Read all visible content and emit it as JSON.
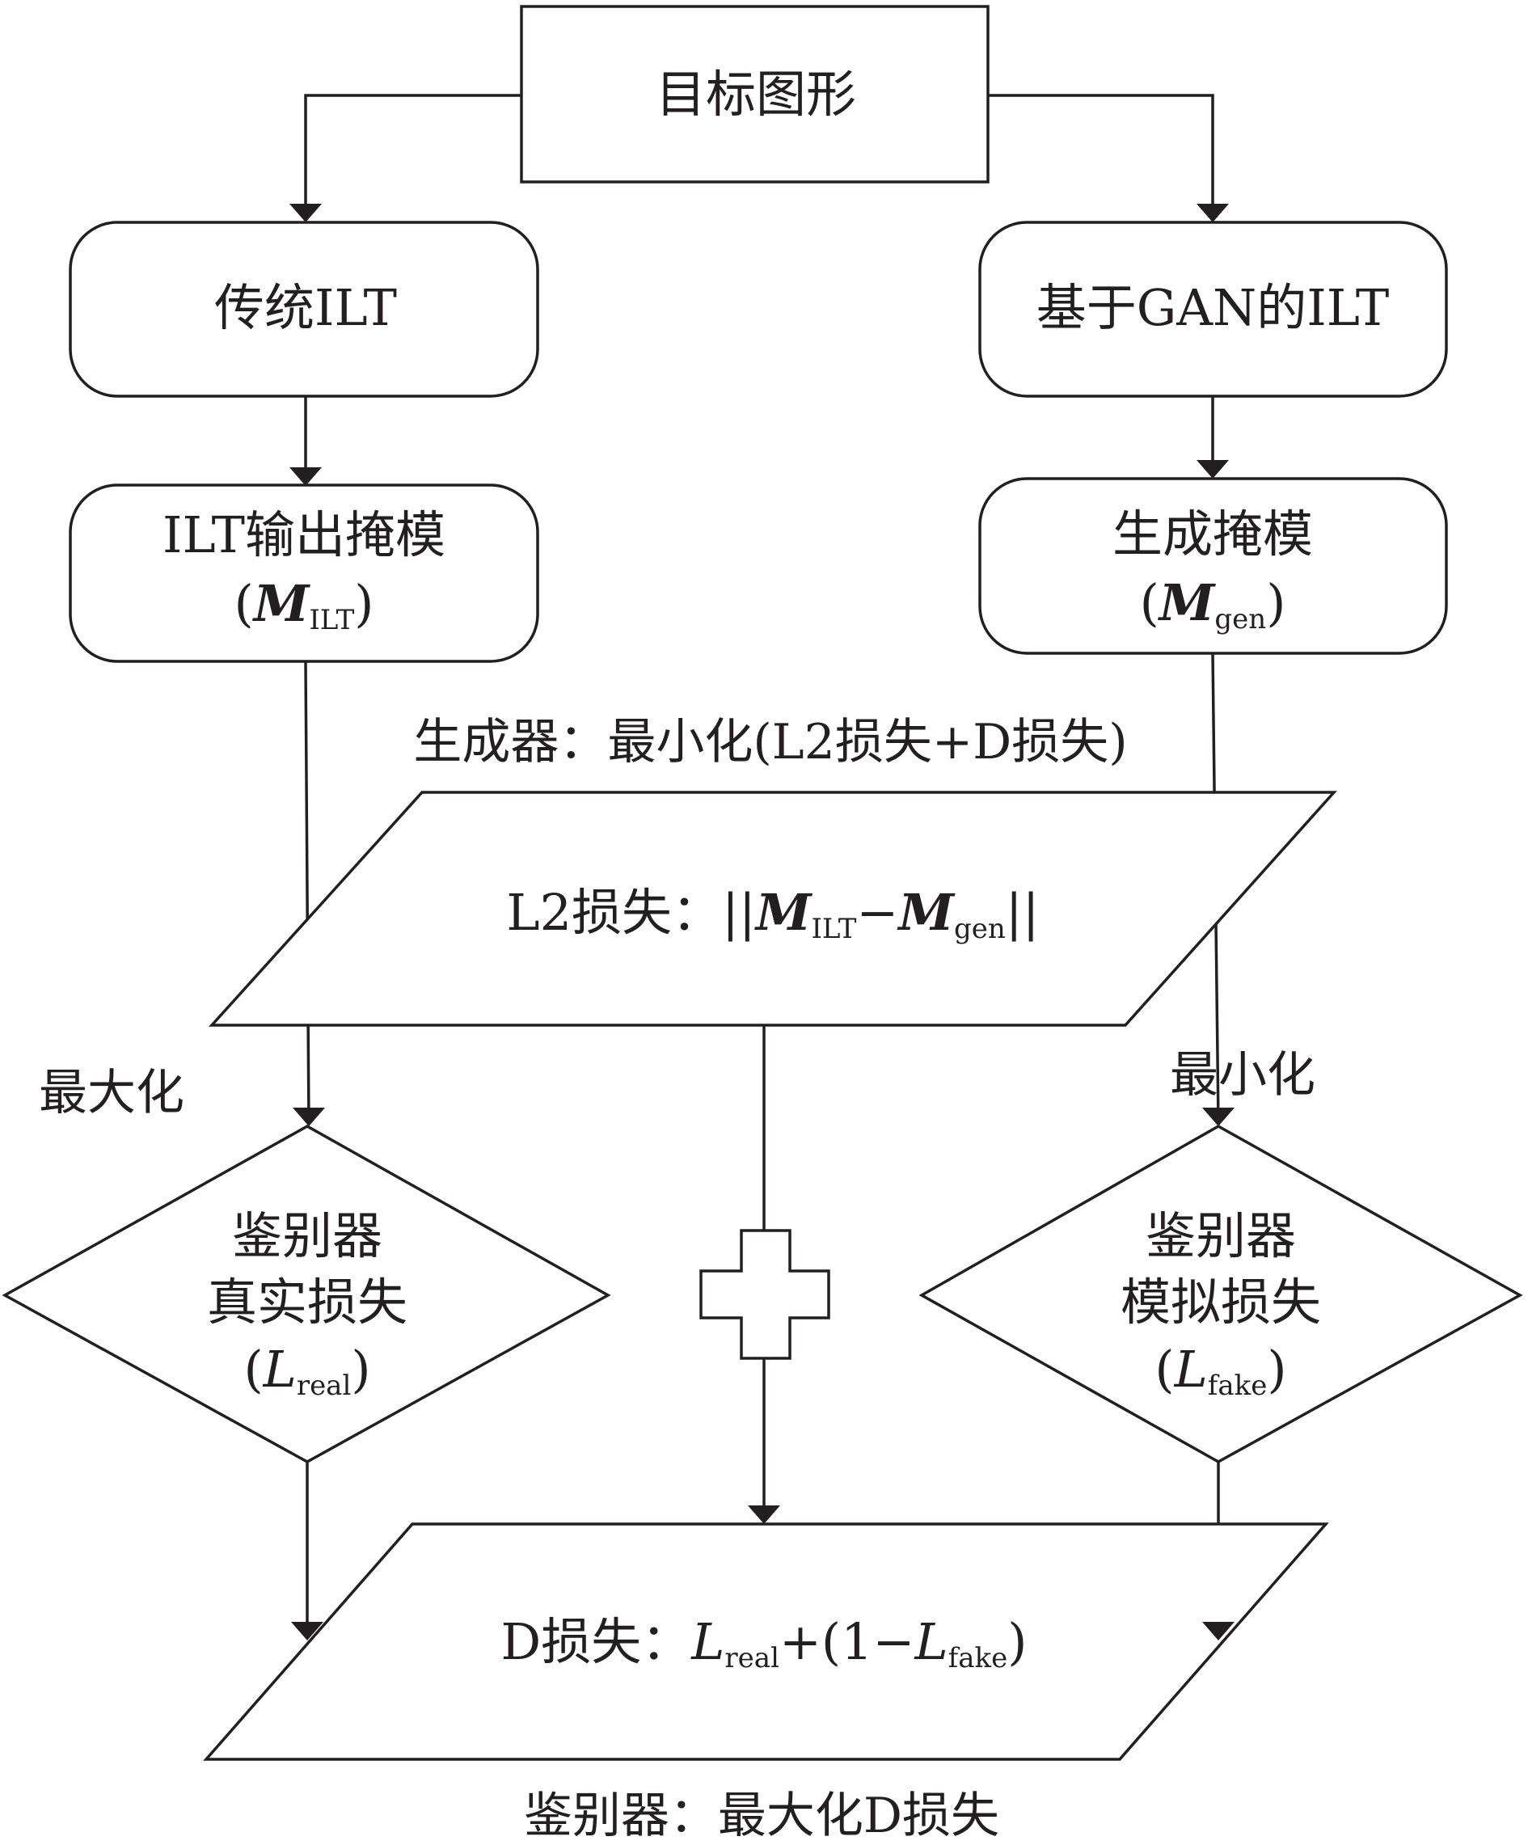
{
  "nodes": {
    "target": "目标图形",
    "traditional_ilt": "传统ILT",
    "gan_ilt": "基于GAN的ILT",
    "ilt_mask": {
      "line1": "ILT输出掩模",
      "symbol": "M",
      "sub": "ILT"
    },
    "gen_mask": {
      "line1": "生成掩模",
      "symbol": "M",
      "sub": "gen"
    },
    "l2_loss": {
      "prefix": "L2损失：||",
      "sym1": "M",
      "sub1": "ILT",
      "minus": "−",
      "sym2": "M",
      "sub2": "gen",
      "suffix": "||"
    },
    "disc_real": {
      "line1": "鉴别器",
      "line2": "真实损失",
      "symbol": "L",
      "sub": "real"
    },
    "disc_fake": {
      "line1": "鉴别器",
      "line2": "模拟损失",
      "symbol": "L",
      "sub": "fake"
    },
    "d_loss": {
      "prefix": "D损失：",
      "sym1": "L",
      "sub1": "real",
      "mid": "+(1−",
      "sym2": "L",
      "sub2": "fake",
      "suffix": ")"
    }
  },
  "annotations": {
    "generator": "生成器：最小化(L2损失+D损失)",
    "maximize": "最大化",
    "minimize": "最小化",
    "discriminator": "鉴别器：最大化D损失"
  }
}
